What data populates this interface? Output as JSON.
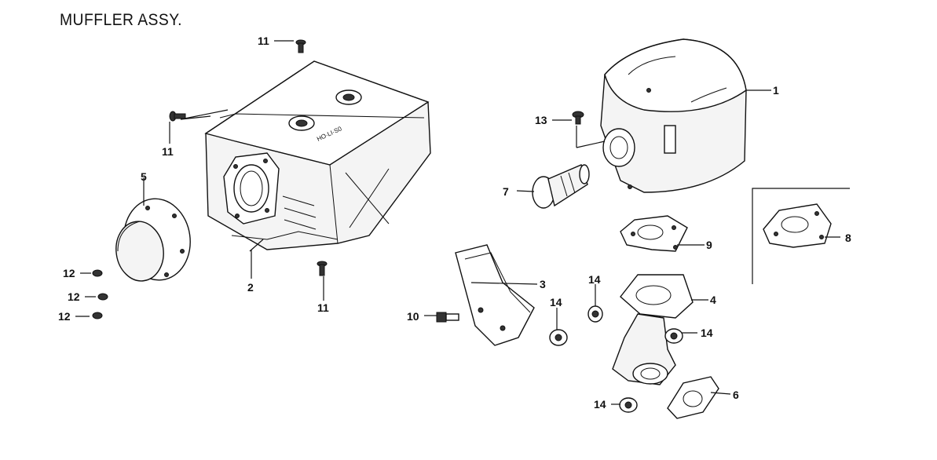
{
  "title": "MUFFLER ASSY.",
  "callouts": {
    "p1": "1",
    "p2": "2",
    "p3": "3",
    "p4": "4",
    "p5": "5",
    "p6": "6",
    "p7": "7",
    "p8": "8",
    "p9": "9",
    "p10": "10",
    "p11a": "11",
    "p11b": "11",
    "p11c": "11",
    "p12a": "12",
    "p12b": "12",
    "p12c": "12",
    "p13": "13",
    "p14a": "14",
    "p14b": "14",
    "p14c": "14",
    "p14d": "14"
  }
}
